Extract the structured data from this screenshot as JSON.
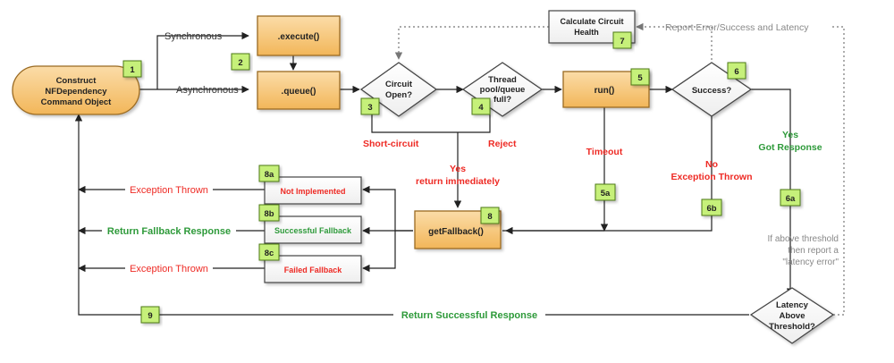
{
  "colors": {
    "orange": "#f7c77b",
    "orange_border": "#9a6b22",
    "badge": "#c6f07a",
    "badge_border": "#4e7a14",
    "red": "#ee2a24",
    "green": "#2e9a3a",
    "gray": "#8a8a8a",
    "black": "#222222"
  },
  "nodes": {
    "construct": {
      "line1": "Construct",
      "line2": "NFDependency",
      "line3": "Command Object",
      "badge": "1"
    },
    "execute": {
      "label": ".execute()"
    },
    "queue": {
      "label": ".queue()"
    },
    "badge2": "2",
    "circuit_open": {
      "line1": "Circuit",
      "line2": "Open?",
      "badge": "3"
    },
    "thread_pool": {
      "line1": "Thread",
      "line2": "pool/queue",
      "line3": "full?",
      "badge": "4"
    },
    "run": {
      "label": "run()",
      "badge": "5"
    },
    "success": {
      "label": "Success?",
      "badge": "6"
    },
    "calc_health": {
      "line1": "Calculate Circuit",
      "line2": "Health",
      "badge": "7"
    },
    "get_fallback": {
      "label": "getFallback()",
      "badge": "8"
    },
    "not_implemented": {
      "label": "Not Implemented",
      "badge": "8a"
    },
    "successful_fallback": {
      "label": "Successful Fallback",
      "badge": "8b"
    },
    "failed_fallback": {
      "label": "Failed Fallback",
      "badge": "8c"
    },
    "latency": {
      "line1": "Latency",
      "line2": "Above",
      "line3": "Threshold?"
    },
    "badge5a": "5a",
    "badge6a": "6a",
    "badge6b": "6b",
    "badge9": "9"
  },
  "labels": {
    "synchronous": "Synchronous",
    "asynchronous": "Asynchronous",
    "short_circuit": "Short-circuit",
    "reject": "Reject",
    "yes_return_1": "Yes",
    "yes_return_2": "return immediately",
    "timeout": "Timeout",
    "no_exception_1": "No",
    "no_exception_2": "Exception Thrown",
    "yes_got_1": "Yes",
    "yes_got_2": "Got Response",
    "report": "Report Error/Success and Latency",
    "threshold_1": "If above threshold",
    "threshold_2": "then report a",
    "threshold_3": "\"latency error\"",
    "exception_thrown_a": "Exception Thrown",
    "return_fallback": "Return Fallback Response",
    "exception_thrown_c": "Exception Thrown",
    "return_success": "Return Successful Response"
  }
}
